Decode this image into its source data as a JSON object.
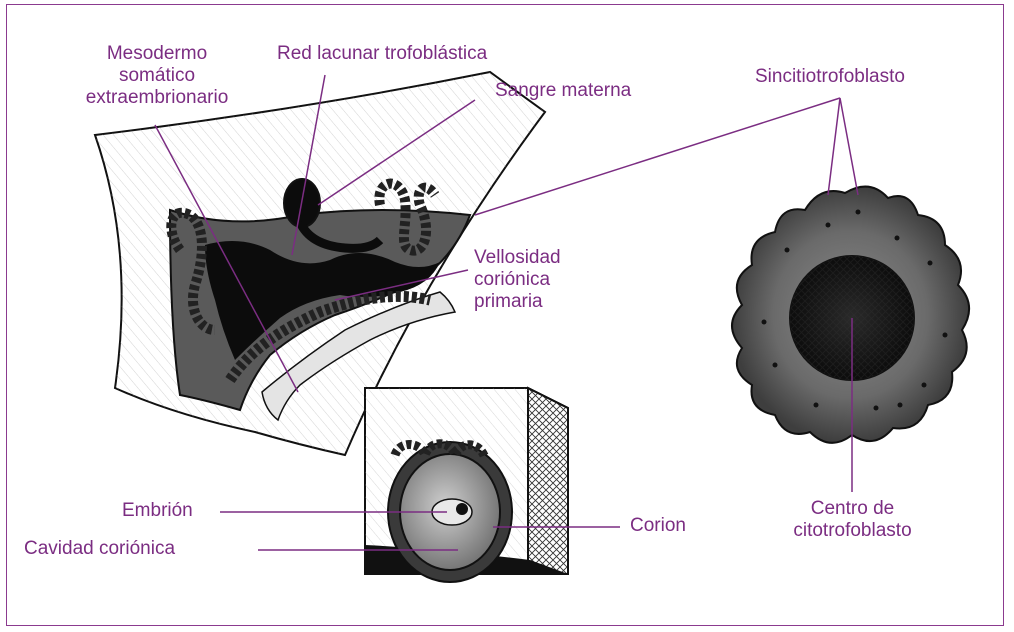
{
  "labels": {
    "mesodermo": [
      "Mesodermo",
      "somático",
      "extraembrionario"
    ],
    "red_lacunar": "Red lacunar trofoblástica",
    "sangre": "Sangre materna",
    "sincitio": "Sincitiotrofoblasto",
    "vellosidad": [
      "Vellosidad",
      "coriónica",
      "primaria"
    ],
    "embrion": "Embrión",
    "cavidad": "Cavidad coriónica",
    "corion": "Corion",
    "centro": [
      "Centro de",
      "citotrofoblasto"
    ]
  },
  "colors": {
    "accent": "#7b2d82",
    "ink": "#111111",
    "tissue": "#5a5a5a"
  }
}
